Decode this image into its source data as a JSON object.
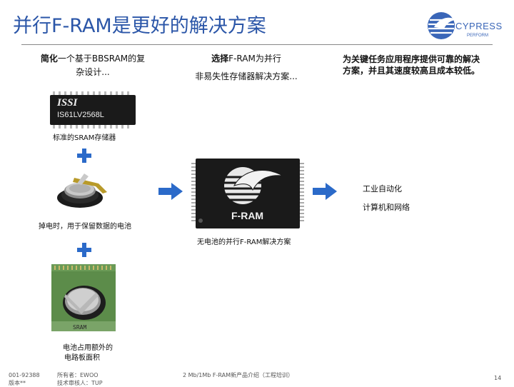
{
  "slide": {
    "title": "并行F-RAM是更好的解决方案",
    "columns": [
      {
        "bold": "简化",
        "text_line1": "一个基于BBSRAM的复",
        "text_line2": "杂设计..."
      },
      {
        "bold": "选择",
        "text_line1": "F-RAM为并行",
        "text_line2": "非易失性存储器解决方案..."
      },
      {
        "text_line1": "为关键任务应用程序提供可靠的解决",
        "text_line2": "方案，并且其速度较高且成本较低。"
      }
    ],
    "captions": {
      "sram": "标准的SRAM存储器",
      "battery": "掉电时，用于保留数据的电池",
      "board": "电池占用额外的",
      "board2": "电路板面积",
      "fram": "无电池的并行F-RAM解决方案",
      "app1": "工业自动化",
      "app2": "计算机和网络"
    },
    "chips": {
      "sram_brand": "ISSI",
      "sram_part": "IS61LV2568L",
      "fram_label": "F-RAM",
      "board_marking": "SRAM"
    },
    "logo": {
      "brand": "CYPRESS",
      "tagline": "PERFORM"
    },
    "footer": {
      "doc_id": "001-92388",
      "rev": "版本**",
      "owner": "所有者：EWOO",
      "reviewer": "技术审核人：TUP",
      "center": "2 Mb/1Mb F-RAM新产品介绍（工程培训）",
      "page": "14"
    },
    "colors": {
      "title": "#2b56a8",
      "accent": "#2b6ac9"
    }
  }
}
